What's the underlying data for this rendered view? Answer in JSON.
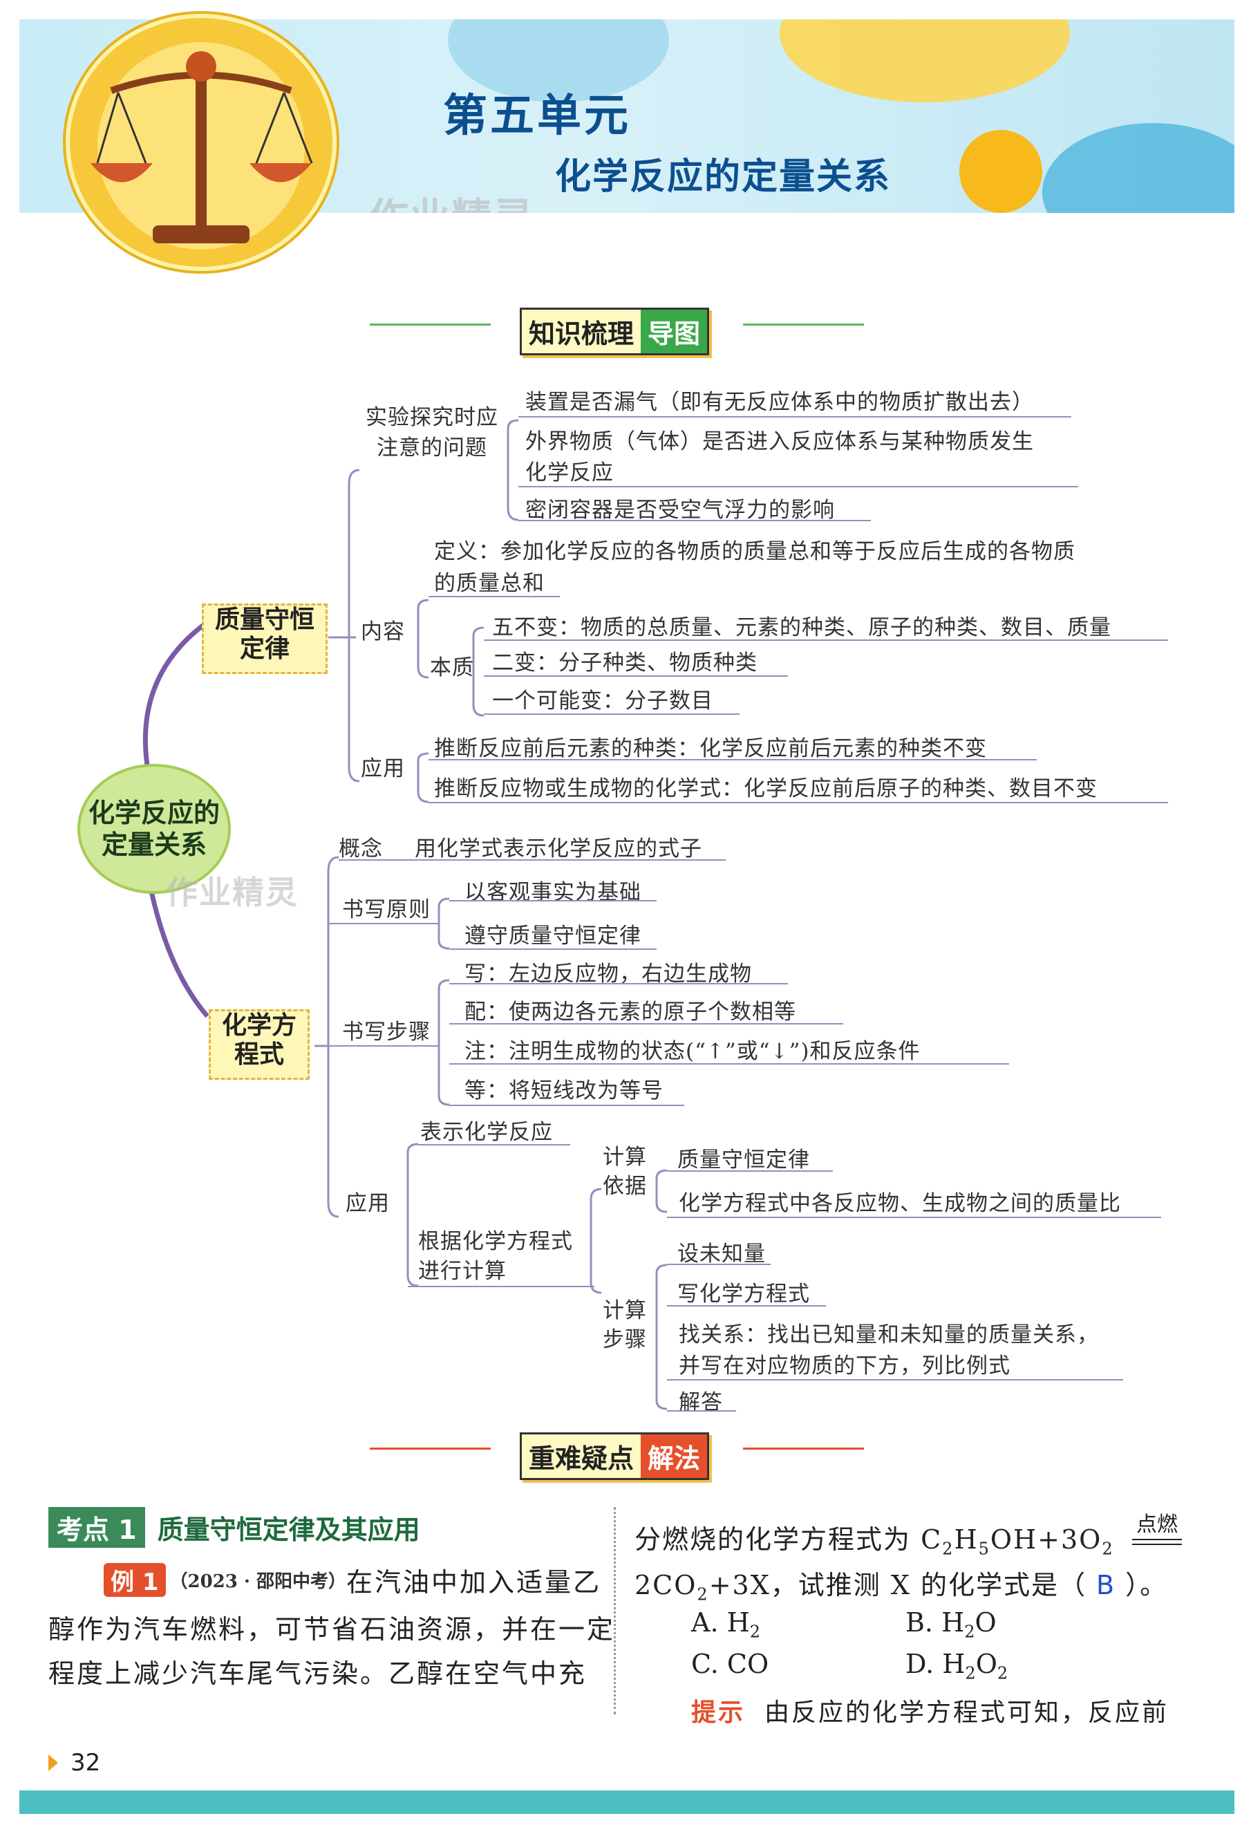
{
  "header": {
    "unit": "第五单元",
    "title": "化学反应的定量关系",
    "watermark": "作业精灵"
  },
  "section1": {
    "label_a": "知识梳理",
    "label_b": "导图"
  },
  "mindmap": {
    "root": "化学反应的定量关系",
    "branch1": {
      "label": "质量守恒定律",
      "exp_label": "实验探究时应注意的问题",
      "exp_items": [
        "装置是否漏气（即有无反应体系中的物质扩散出去）",
        "外界物质（气体）是否进入反应体系与某种物质发生",
        "化学反应",
        "密闭容器是否受空气浮力的影响"
      ],
      "content_label": "内容",
      "definition_line1": "定义：参加化学反应的各物质的质量总和等于反应后生成的各物质",
      "definition_line2": "的质量总和",
      "essence_label": "本质",
      "essence_items": [
        "五不变：物质的总质量、元素的种类、原子的种类、数目、质量",
        "二变：分子种类、物质种类",
        "一个可能变：分子数目"
      ],
      "app_label": "应用",
      "app_items": [
        "推断反应前后元素的种类：化学反应前后元素的种类不变",
        "推断反应物或生成物的化学式：化学反应前后原子的种类、数目不变"
      ]
    },
    "branch2": {
      "label": "化学方程式",
      "concept_label": "概念",
      "concept_text": "用化学式表示化学反应的式子",
      "principle_label": "书写原则",
      "principle_items": [
        "以客观事实为基础",
        "遵守质量守恒定律"
      ],
      "steps_label": "书写步骤",
      "steps_items": [
        "写：左边反应物，右边生成物",
        "配：使两边各元素的原子个数相等",
        "注：注明生成物的状态(“↑”或“↓”)和反应条件",
        "等：将短线改为等号"
      ],
      "app_label": "应用",
      "app_item1": "表示化学反应",
      "calc_label_line1": "根据化学方程式",
      "calc_label_line2": "进行计算",
      "basis_label_line1": "计算",
      "basis_label_line2": "依据",
      "basis_items": [
        "质量守恒定律",
        "化学方程式中各反应物、生成物之间的质量比"
      ],
      "calc_steps_line1": "计算",
      "calc_steps_line2": "步骤",
      "calc_steps_items": [
        "设未知量",
        "写化学方程式",
        "找关系：找出已知量和未知量的质量关系，",
        "并写在对应物质的下方，列比例式",
        "解答"
      ]
    }
  },
  "section2": {
    "label_a": "重难疑点",
    "label_b": "解法"
  },
  "kaodian": {
    "badge": "考点 1",
    "title": "质量守恒定律及其应用"
  },
  "example": {
    "badge": "例 1",
    "source": "（2023 · 邵阳中考）",
    "lines": [
      "在汽油中加入适量乙",
      "醇作为汽车燃料，可节省石油资源，并在一定",
      "程度上减少汽车尾气污染。乙醇在空气中充"
    ]
  },
  "right_col": {
    "line1_prefix": "分燃烧的化学方程式为 C",
    "condition": "点燃",
    "line2_prefix": "2CO",
    "line2_suffix": "+3X，试推测 X 的化学式是（",
    "answer": "B",
    "line2_end": "）。",
    "options": [
      "A. H",
      "B. H",
      "C. CO",
      "D. H"
    ],
    "hint_label": "提示",
    "hint_text": "由反应的化学方程式可知，反应前"
  },
  "page_number": "32"
}
